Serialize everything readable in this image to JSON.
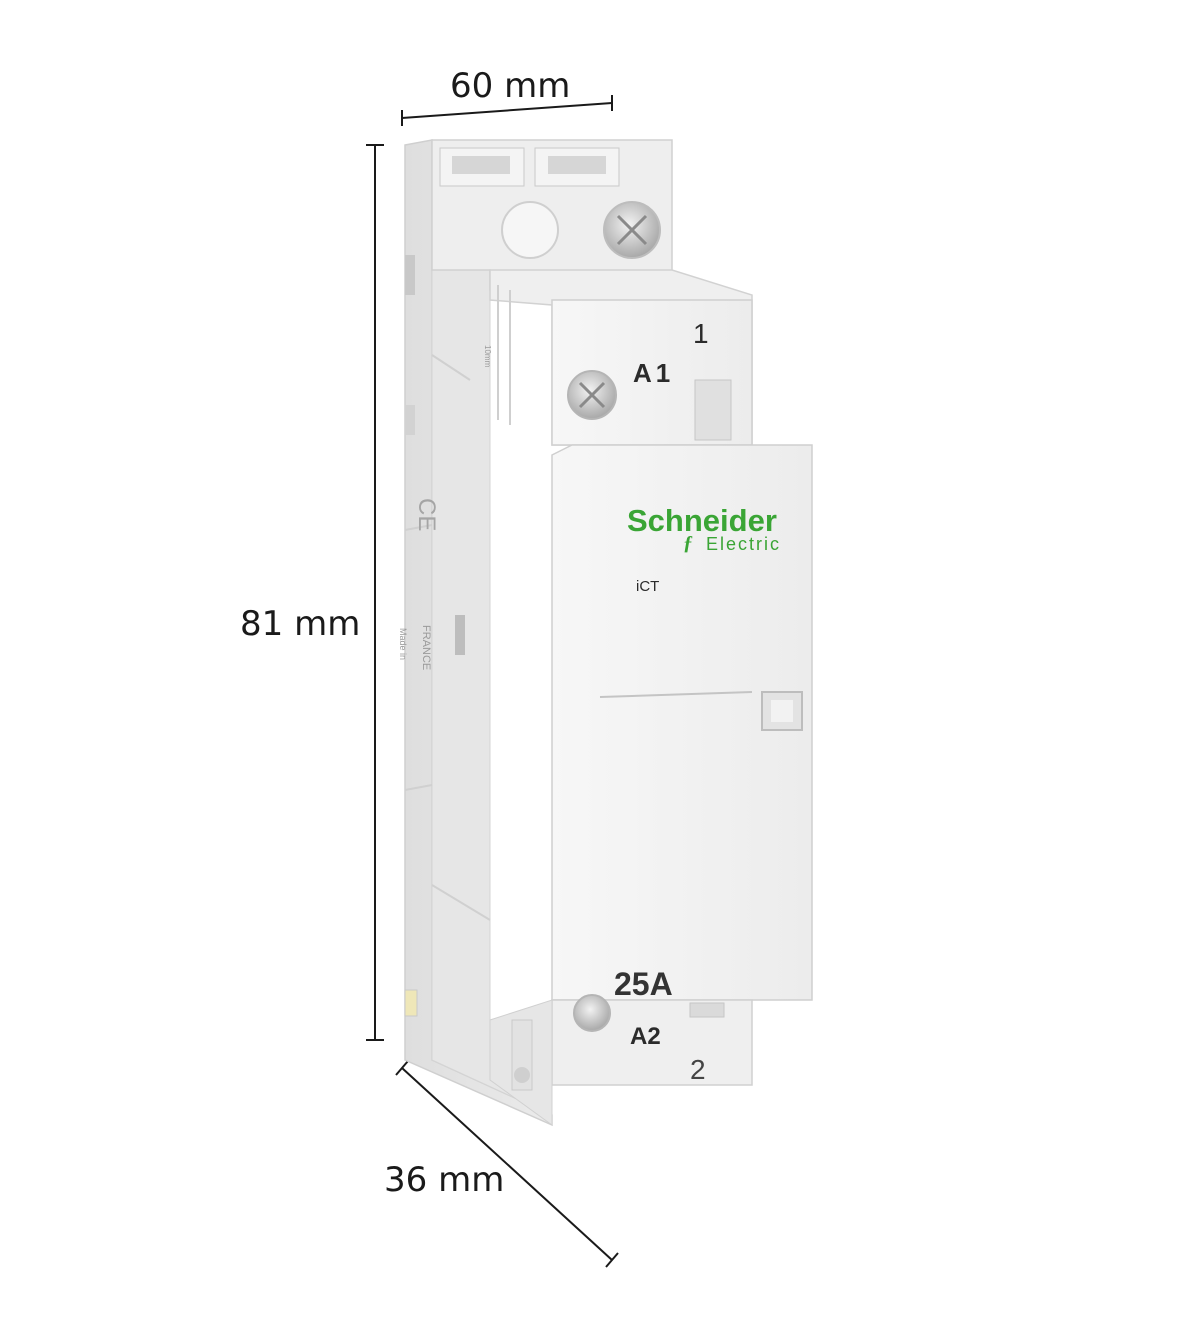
{
  "dimensions": {
    "width": "60 mm",
    "height": "81 mm",
    "depth": "36 mm"
  },
  "product": {
    "brand_name": "Schneider",
    "brand_sub": "Electric",
    "model": "iCT",
    "rating": "25A",
    "terminal_top_coil": "A1",
    "terminal_top_pole": "1",
    "terminal_bottom_coil": "A2",
    "terminal_bottom_pole": "2",
    "side_mark_made_in": "Made in",
    "side_mark_country": "FRANCE",
    "side_mark_ce": "CE",
    "side_mark_strip": "10mm"
  },
  "colors": {
    "background": "#ffffff",
    "housing": "#f1f1f1",
    "housing_shadow": "#dcdcdc",
    "brand_green": "#3aa535",
    "dimension_line": "#1a1a1a"
  }
}
